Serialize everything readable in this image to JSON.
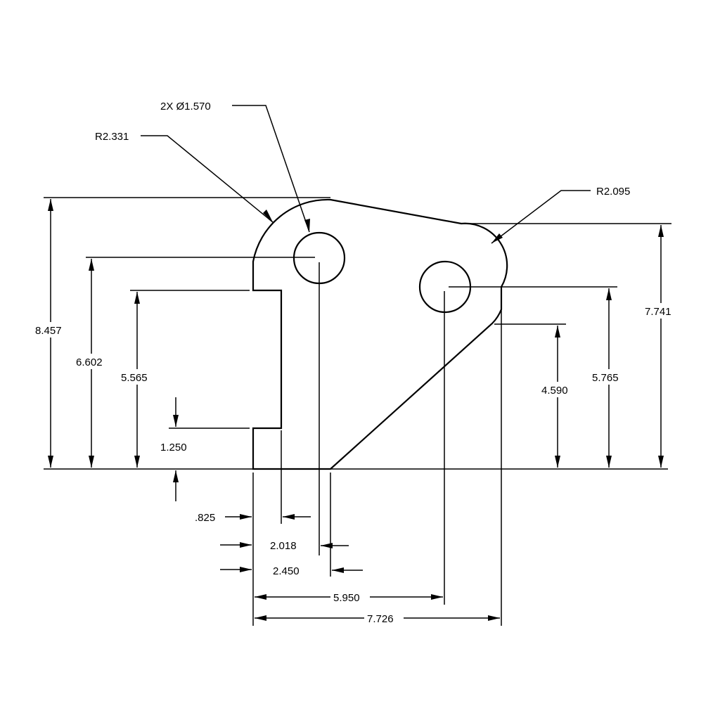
{
  "drawing": {
    "units": "in",
    "part_outline": "bracket plate with two holes, a side notch and a chamfered edge",
    "labels": {
      "hole_callout": "2X Ø1.570",
      "radius_left": "R2.331",
      "radius_right": "R2.095",
      "height_overall_left": "8.457",
      "height_hole1": "6.602",
      "height_notch_top": "5.565",
      "notch_width": "1.250",
      "height_overall_right": "7.741",
      "height_hole2": "5.765",
      "height_chamfer_start": "4.590",
      "x_notch_depth": ".825",
      "x_hole1": "2.018",
      "x_chamfer_start": "2.450",
      "x_hole2": "5.950",
      "width_overall": "7.726"
    }
  }
}
